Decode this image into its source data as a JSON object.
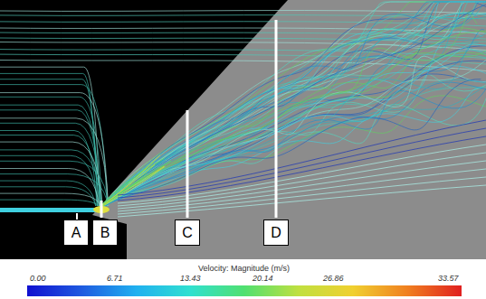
{
  "diagram": {
    "nodes": [
      {
        "text": [
          "A"
        ]
      },
      {
        "text": [
          "B"
        ]
      },
      {
        "text": [
          "C"
        ]
      },
      {
        "text": [
          "D"
        ]
      }
    ],
    "labels": [
      "Velocity: Magnitude (m/s)",
      "0.00",
      "6.71",
      "13.43",
      "20.14",
      "26.86",
      "33.57"
    ]
  }
}
